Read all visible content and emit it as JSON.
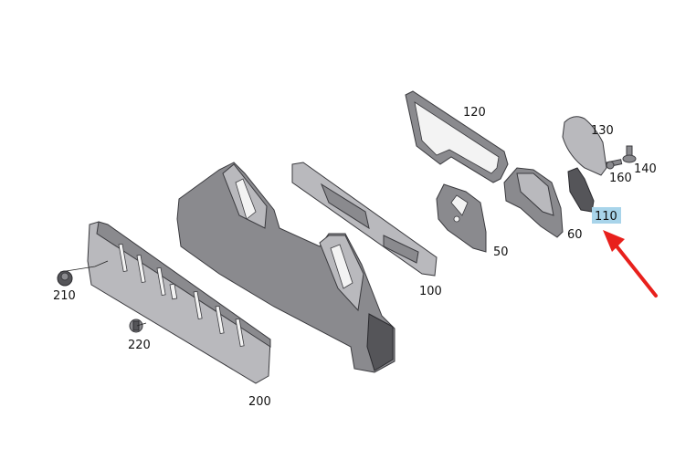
{
  "labels": {
    "l210": "210",
    "l220": "220",
    "l200": "200",
    "l100": "100",
    "l120": "120",
    "l50": "50",
    "l60": "60",
    "l130": "130",
    "l140": "140",
    "l160": "160",
    "l110": "110"
  },
  "highlight_color": "#a8d4ea",
  "arrow_color": "#e8201c"
}
